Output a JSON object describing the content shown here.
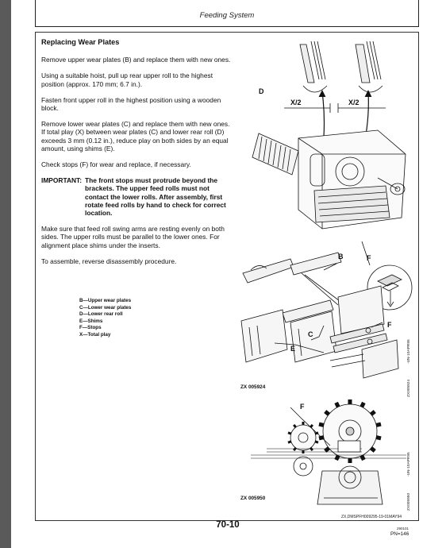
{
  "header": {
    "title": "Feeding System"
  },
  "section": {
    "title": "Replacing Wear Plates",
    "paragraphs": [
      "Remove upper wear plates (B) and replace them with new ones.",
      "Using a suitable hoist, pull up rear upper roll to the highest position (approx. 170 mm; 6.7 in.).",
      "Fasten front upper roll in the highest position using a wooden block.",
      "Remove lower wear plates (C) and replace them with new ones. If total play (X) between wear plates (C) and lower rear roll (D) exceeds 3 mm (0.12 in.), reduce play on both sides by an equal amount, using shims (E).",
      "Check stops (F) for wear and replace, if necessary."
    ],
    "important_label": "IMPORTANT:",
    "important_text": "The front stops must protrude beyond the brackets. The upper feed rolls must not contact the lower rolls. After assembly, first rotate feed rolls by hand to check for correct location.",
    "paragraphs_after": [
      "Make sure that feed roll swing arms are resting evenly on both sides. The upper rolls must be parallel to the lower ones. For alignment place shims under the inserts.",
      "To assemble, reverse disassembly procedure."
    ]
  },
  "legend": [
    "B—Upper wear plates",
    "C—Lower wear plates",
    "D—Lower rear roll",
    "E—Shims",
    "F—Stops",
    "X—Total play"
  ],
  "figure1": {
    "code": "ZX 005924",
    "side_code": "-UN-10APR95",
    "side_code_alt": "ZX005924",
    "labels": {
      "B": "B",
      "C": "C",
      "D": "D",
      "E": "E",
      "F": "F",
      "F_inset": "F",
      "x_left": "X/2",
      "x_right": "X/2"
    }
  },
  "figure2": {
    "code": "ZX 005950",
    "side_code": "-UN-10APR95",
    "side_code_alt": "ZX005950",
    "labels": {
      "F": "F"
    }
  },
  "footer": {
    "ref_code": "ZX,DMSPFH009295-19-01MAY94",
    "page_number": "70-10",
    "small_code": "290101",
    "pn": "PN=146"
  }
}
